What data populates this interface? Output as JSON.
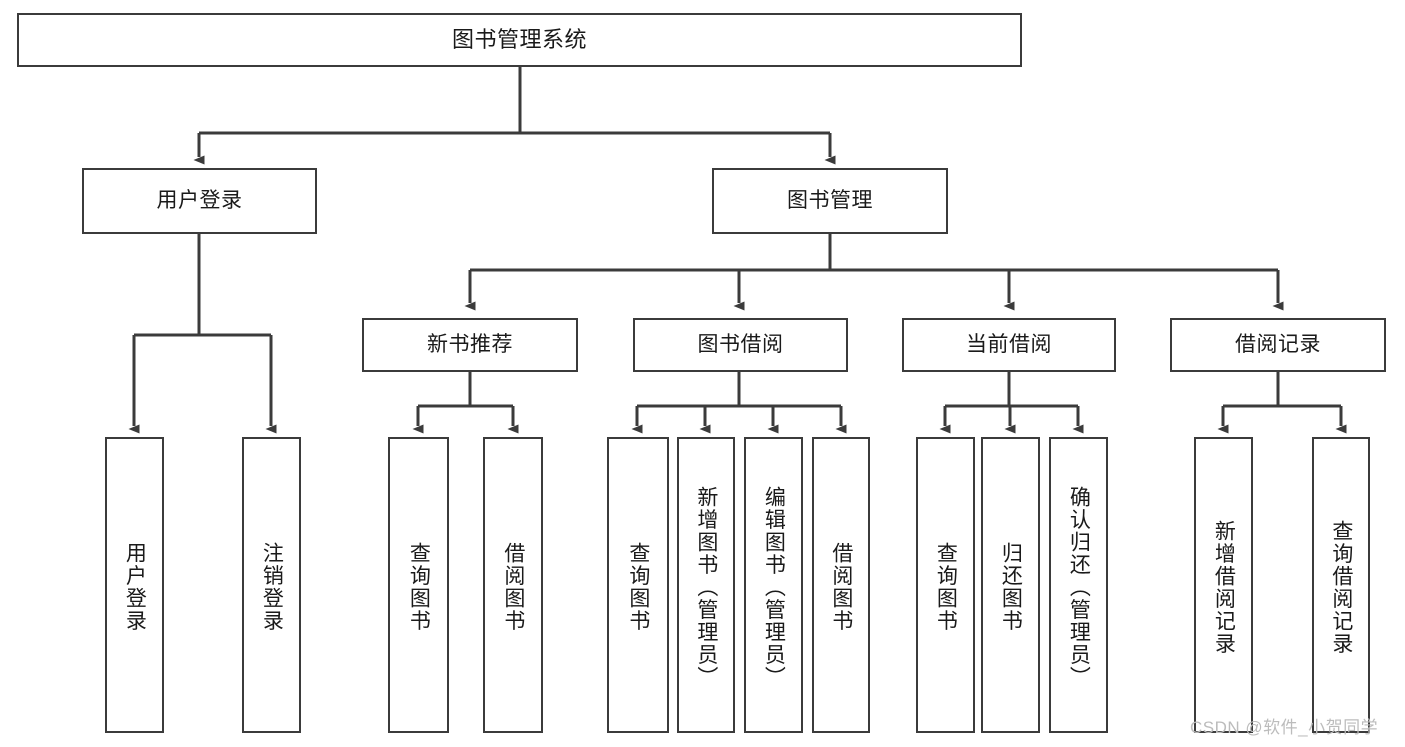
{
  "diagram": {
    "title": "图书管理系统",
    "type": "功能结构图",
    "root": {
      "id": "root",
      "label": "图书管理系统"
    },
    "level2": [
      {
        "id": "user-login",
        "label": "用户登录"
      },
      {
        "id": "book-manage",
        "label": "图书管理"
      }
    ],
    "level3": [
      {
        "id": "new-book-rec",
        "label": "新书推荐",
        "parent": "book-manage"
      },
      {
        "id": "book-borrow",
        "label": "图书借阅",
        "parent": "book-manage"
      },
      {
        "id": "current-borrow",
        "label": "当前借阅",
        "parent": "book-manage"
      },
      {
        "id": "borrow-record",
        "label": "借阅记录",
        "parent": "book-manage"
      }
    ],
    "leaves": [
      {
        "id": "leaf-user-login",
        "label": "用户登录",
        "parent": "user-login"
      },
      {
        "id": "leaf-user-logout",
        "label": "注销登录",
        "parent": "user-login"
      },
      {
        "id": "leaf-rec-query-book",
        "label": "查询图书",
        "parent": "new-book-rec"
      },
      {
        "id": "leaf-rec-borrow-book",
        "label": "借阅图书",
        "parent": "new-book-rec"
      },
      {
        "id": "leaf-borrow-query-book",
        "label": "查询图书",
        "parent": "book-borrow"
      },
      {
        "id": "leaf-borrow-add-book",
        "label": "新增图书（管理员）",
        "parent": "book-borrow"
      },
      {
        "id": "leaf-borrow-edit-book",
        "label": "编辑图书（管理员）",
        "parent": "book-borrow"
      },
      {
        "id": "leaf-borrow-borrow-book",
        "label": "借阅图书",
        "parent": "book-borrow"
      },
      {
        "id": "leaf-cur-query-book",
        "label": "查询图书",
        "parent": "current-borrow"
      },
      {
        "id": "leaf-cur-return-book",
        "label": "归还图书",
        "parent": "current-borrow"
      },
      {
        "id": "leaf-cur-confirm-return",
        "label": "确认归还（管理员）",
        "parent": "current-borrow"
      },
      {
        "id": "leaf-rec-add-record",
        "label": "新增借阅记录",
        "parent": "borrow-record"
      },
      {
        "id": "leaf-rec-query-record",
        "label": "查询借阅记录",
        "parent": "borrow-record"
      }
    ]
  },
  "watermark": {
    "text": "CSDN @软件_小贺同学"
  },
  "colors": {
    "stroke": "#3b3b3b",
    "box_fill": "#ffffff",
    "text": "#1a1a1a",
    "watermark": "#bcbcbc",
    "background": "#ffffff"
  }
}
